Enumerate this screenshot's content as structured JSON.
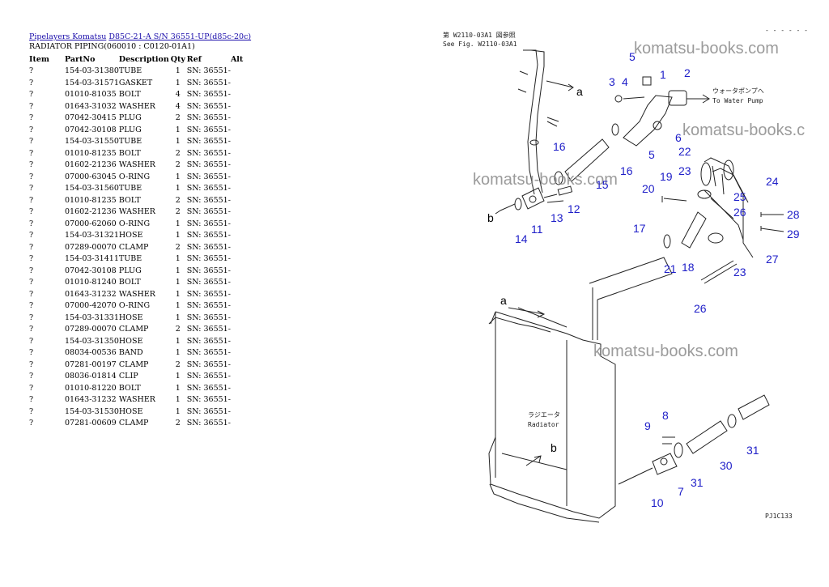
{
  "breadcrumb": {
    "link1": "Pipelayers Komatsu",
    "link2": "D85C-21-A S/N  36551-UP(d85c-20c)"
  },
  "subtitle": "RADIATOR PIPING(060010 : C0120-01A1)",
  "table": {
    "headers": [
      "Item",
      "PartNo",
      "Description",
      "Qty",
      "Ref",
      "Alt"
    ],
    "rows": [
      [
        "?",
        "154-03-31380",
        "TUBE",
        "1",
        "SN: 36551-",
        ""
      ],
      [
        "?",
        "154-03-31571",
        "GASKET",
        "1",
        "SN: 36551-",
        ""
      ],
      [
        "?",
        "01010-81035",
        "BOLT",
        "4",
        "SN: 36551-",
        ""
      ],
      [
        "?",
        "01643-31032",
        "WASHER",
        "4",
        "SN: 36551-",
        ""
      ],
      [
        "?",
        "07042-30415",
        "PLUG",
        "2",
        "SN: 36551-",
        ""
      ],
      [
        "?",
        "07042-30108",
        "PLUG",
        "1",
        "SN: 36551-",
        ""
      ],
      [
        "?",
        "154-03-31550",
        "TUBE",
        "1",
        "SN: 36551-",
        ""
      ],
      [
        "?",
        "01010-81235",
        "BOLT",
        "2",
        "SN: 36551-",
        ""
      ],
      [
        "?",
        "01602-21236",
        "WASHER",
        "2",
        "SN: 36551-",
        ""
      ],
      [
        "?",
        "07000-63045",
        "O-RING",
        "1",
        "SN: 36551-",
        ""
      ],
      [
        "?",
        "154-03-31560",
        "TUBE",
        "1",
        "SN: 36551-",
        ""
      ],
      [
        "?",
        "01010-81235",
        "BOLT",
        "2",
        "SN: 36551-",
        ""
      ],
      [
        "?",
        "01602-21236",
        "WASHER",
        "2",
        "SN: 36551-",
        ""
      ],
      [
        "?",
        "07000-62060",
        "O-RING",
        "1",
        "SN: 36551-",
        ""
      ],
      [
        "?",
        "154-03-31321",
        "HOSE",
        "1",
        "SN: 36551-",
        ""
      ],
      [
        "?",
        "07289-00070",
        "CLAMP",
        "2",
        "SN: 36551-",
        ""
      ],
      [
        "?",
        "154-03-31411",
        "TUBE",
        "1",
        "SN: 36551-",
        ""
      ],
      [
        "?",
        "07042-30108",
        "PLUG",
        "1",
        "SN: 36551-",
        ""
      ],
      [
        "?",
        "01010-81240",
        "BOLT",
        "1",
        "SN: 36551-",
        ""
      ],
      [
        "?",
        "01643-31232",
        "WASHER",
        "1",
        "SN: 36551-",
        ""
      ],
      [
        "?",
        "07000-42070",
        "O-RING",
        "1",
        "SN: 36551-",
        ""
      ],
      [
        "?",
        "154-03-31331",
        "HOSE",
        "1",
        "SN: 36551-",
        ""
      ],
      [
        "?",
        "07289-00070",
        "CLAMP",
        "2",
        "SN: 36551-",
        ""
      ],
      [
        "?",
        "154-03-31350",
        "HOSE",
        "1",
        "SN: 36551-",
        ""
      ],
      [
        "?",
        "08034-00536",
        "BAND",
        "1",
        "SN: 36551-",
        ""
      ],
      [
        "?",
        "07281-00197",
        "CLAMP",
        "2",
        "SN: 36551-",
        ""
      ],
      [
        "?",
        "08036-01814",
        "CLIP",
        "1",
        "SN: 36551-",
        ""
      ],
      [
        "?",
        "01010-81220",
        "BOLT",
        "1",
        "SN: 36551-",
        ""
      ],
      [
        "?",
        "01643-31232",
        "WASHER",
        "1",
        "SN: 36551-",
        ""
      ],
      [
        "?",
        "154-03-31530",
        "HOSE",
        "1",
        "SN: 36551-",
        ""
      ],
      [
        "?",
        "07281-00609",
        "CLAMP",
        "2",
        "SN: 36551-",
        ""
      ]
    ]
  },
  "diagram": {
    "note_line1": "第 W2110-03A1 図参照",
    "note_line2": "See Fig. W2110-03A1",
    "water_pump_jp": "ウォータポンプへ",
    "water_pump_en": "To Water Pump",
    "radiator_jp": "ラジエータ",
    "radiator_en": "Radiator",
    "letter_a": "a",
    "letter_b": "b",
    "figure_code": "PJ1C133",
    "corner_mark": "- - - - - -",
    "watermark": "komatsu-books.com",
    "watermark_partial": "komatsu-books.c",
    "callouts": {
      "c1": "1",
      "c2": "2",
      "c3": "3",
      "c4": "4",
      "c5": "5",
      "c6": "6",
      "c7": "7",
      "c8": "8",
      "c9": "9",
      "c10": "10",
      "c11": "11",
      "c12": "12",
      "c13": "13",
      "c14": "14",
      "c15": "15",
      "c16": "16",
      "c17": "17",
      "c18": "18",
      "c19": "19",
      "c20": "20",
      "c21": "21",
      "c22": "22",
      "c23": "23",
      "c24": "24",
      "c25": "25",
      "c26": "26",
      "c27": "27",
      "c28": "28",
      "c29": "29",
      "c30": "30",
      "c31": "31"
    }
  }
}
